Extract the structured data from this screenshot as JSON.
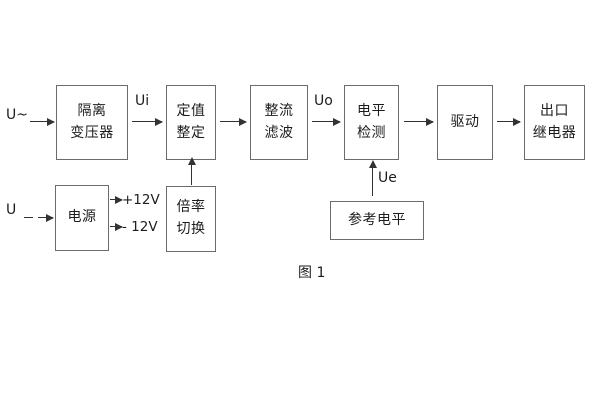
{
  "figure": {
    "caption": "图 1",
    "background_color": "#ffffff",
    "line_color": "#333333",
    "box_border_color": "#6b6b6b",
    "text_color": "#1d1d1d"
  },
  "blocks": {
    "isolation_transformer": {
      "line1": "隔离",
      "line2": "变压器"
    },
    "value_setting": {
      "line1": "定值",
      "line2": "整定"
    },
    "rectifier_filter": {
      "line1": "整流",
      "line2": "滤波"
    },
    "level_detection": {
      "line1": "电平",
      "line2": "检测"
    },
    "drive": {
      "line1": "驱动"
    },
    "output_relay": {
      "line1": "出口",
      "line2": "继电器"
    },
    "power_supply": {
      "line1": "电源"
    },
    "multiplier_switch": {
      "line1": "倍率",
      "line2": "切换"
    },
    "reference_level": {
      "line1": "参考电平"
    }
  },
  "signals": {
    "ac_input": "U~",
    "dc_input": "U",
    "ui": "Ui",
    "uo": "Uo",
    "ue": "Ue",
    "positive_rail": "+12V",
    "negative_rail": "- 12V"
  }
}
